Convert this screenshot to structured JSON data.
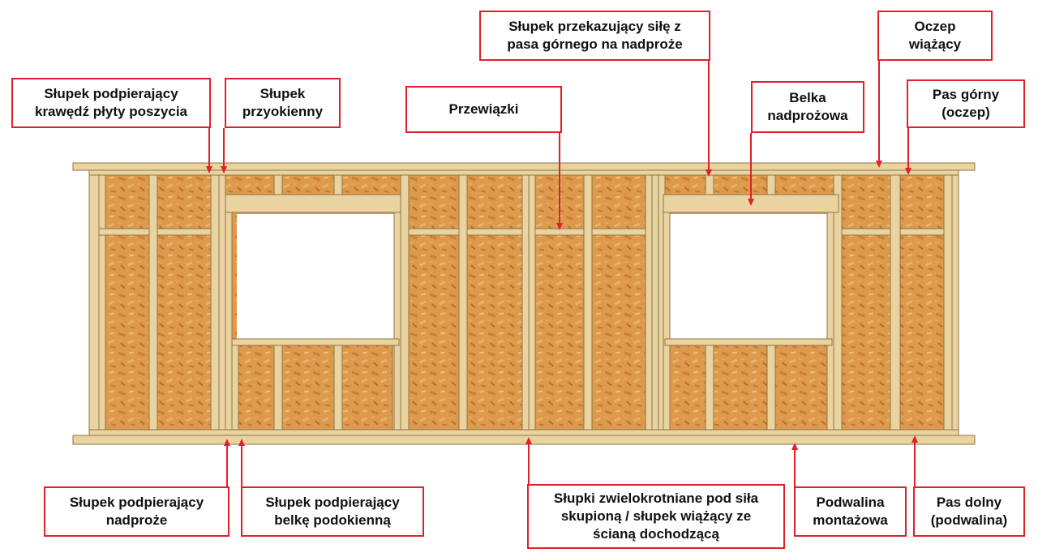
{
  "labels": {
    "slupek_krawedz": "Słupek podpierający\nkrawędź płyty poszycia",
    "slupek_przyokienny": "Słupek\nprzyokienny",
    "przewiazki": "Przewiązki",
    "slupek_przekazujacy": "Słupek przekazujący siłę z\npasa górnego na nadproże",
    "belka_nadprozowa": "Belka\nnadprożowa",
    "oczep_wiazacy": "Oczep\nwiążący",
    "pas_gorny": "Pas górny\n(oczep)",
    "slupek_nadproze": "Słupek podpierający\nnadproże",
    "slupek_belke": "Słupek podpierający\nbelkę podokienną",
    "slupki_zwielokrotniane": "Słupki zwielokrotniane pod siła\nskupioną / słupek wiążący ze\nścianą dochodzącą",
    "podwalina_montazowa": "Podwalina\nmontażowa",
    "pas_dolny": "Pas dolny\n(podwalina)"
  },
  "colors": {
    "callout": "#e0202a",
    "timber": "#e9d3a0",
    "osb": "#dd9a4c",
    "window": "#ffffff"
  }
}
